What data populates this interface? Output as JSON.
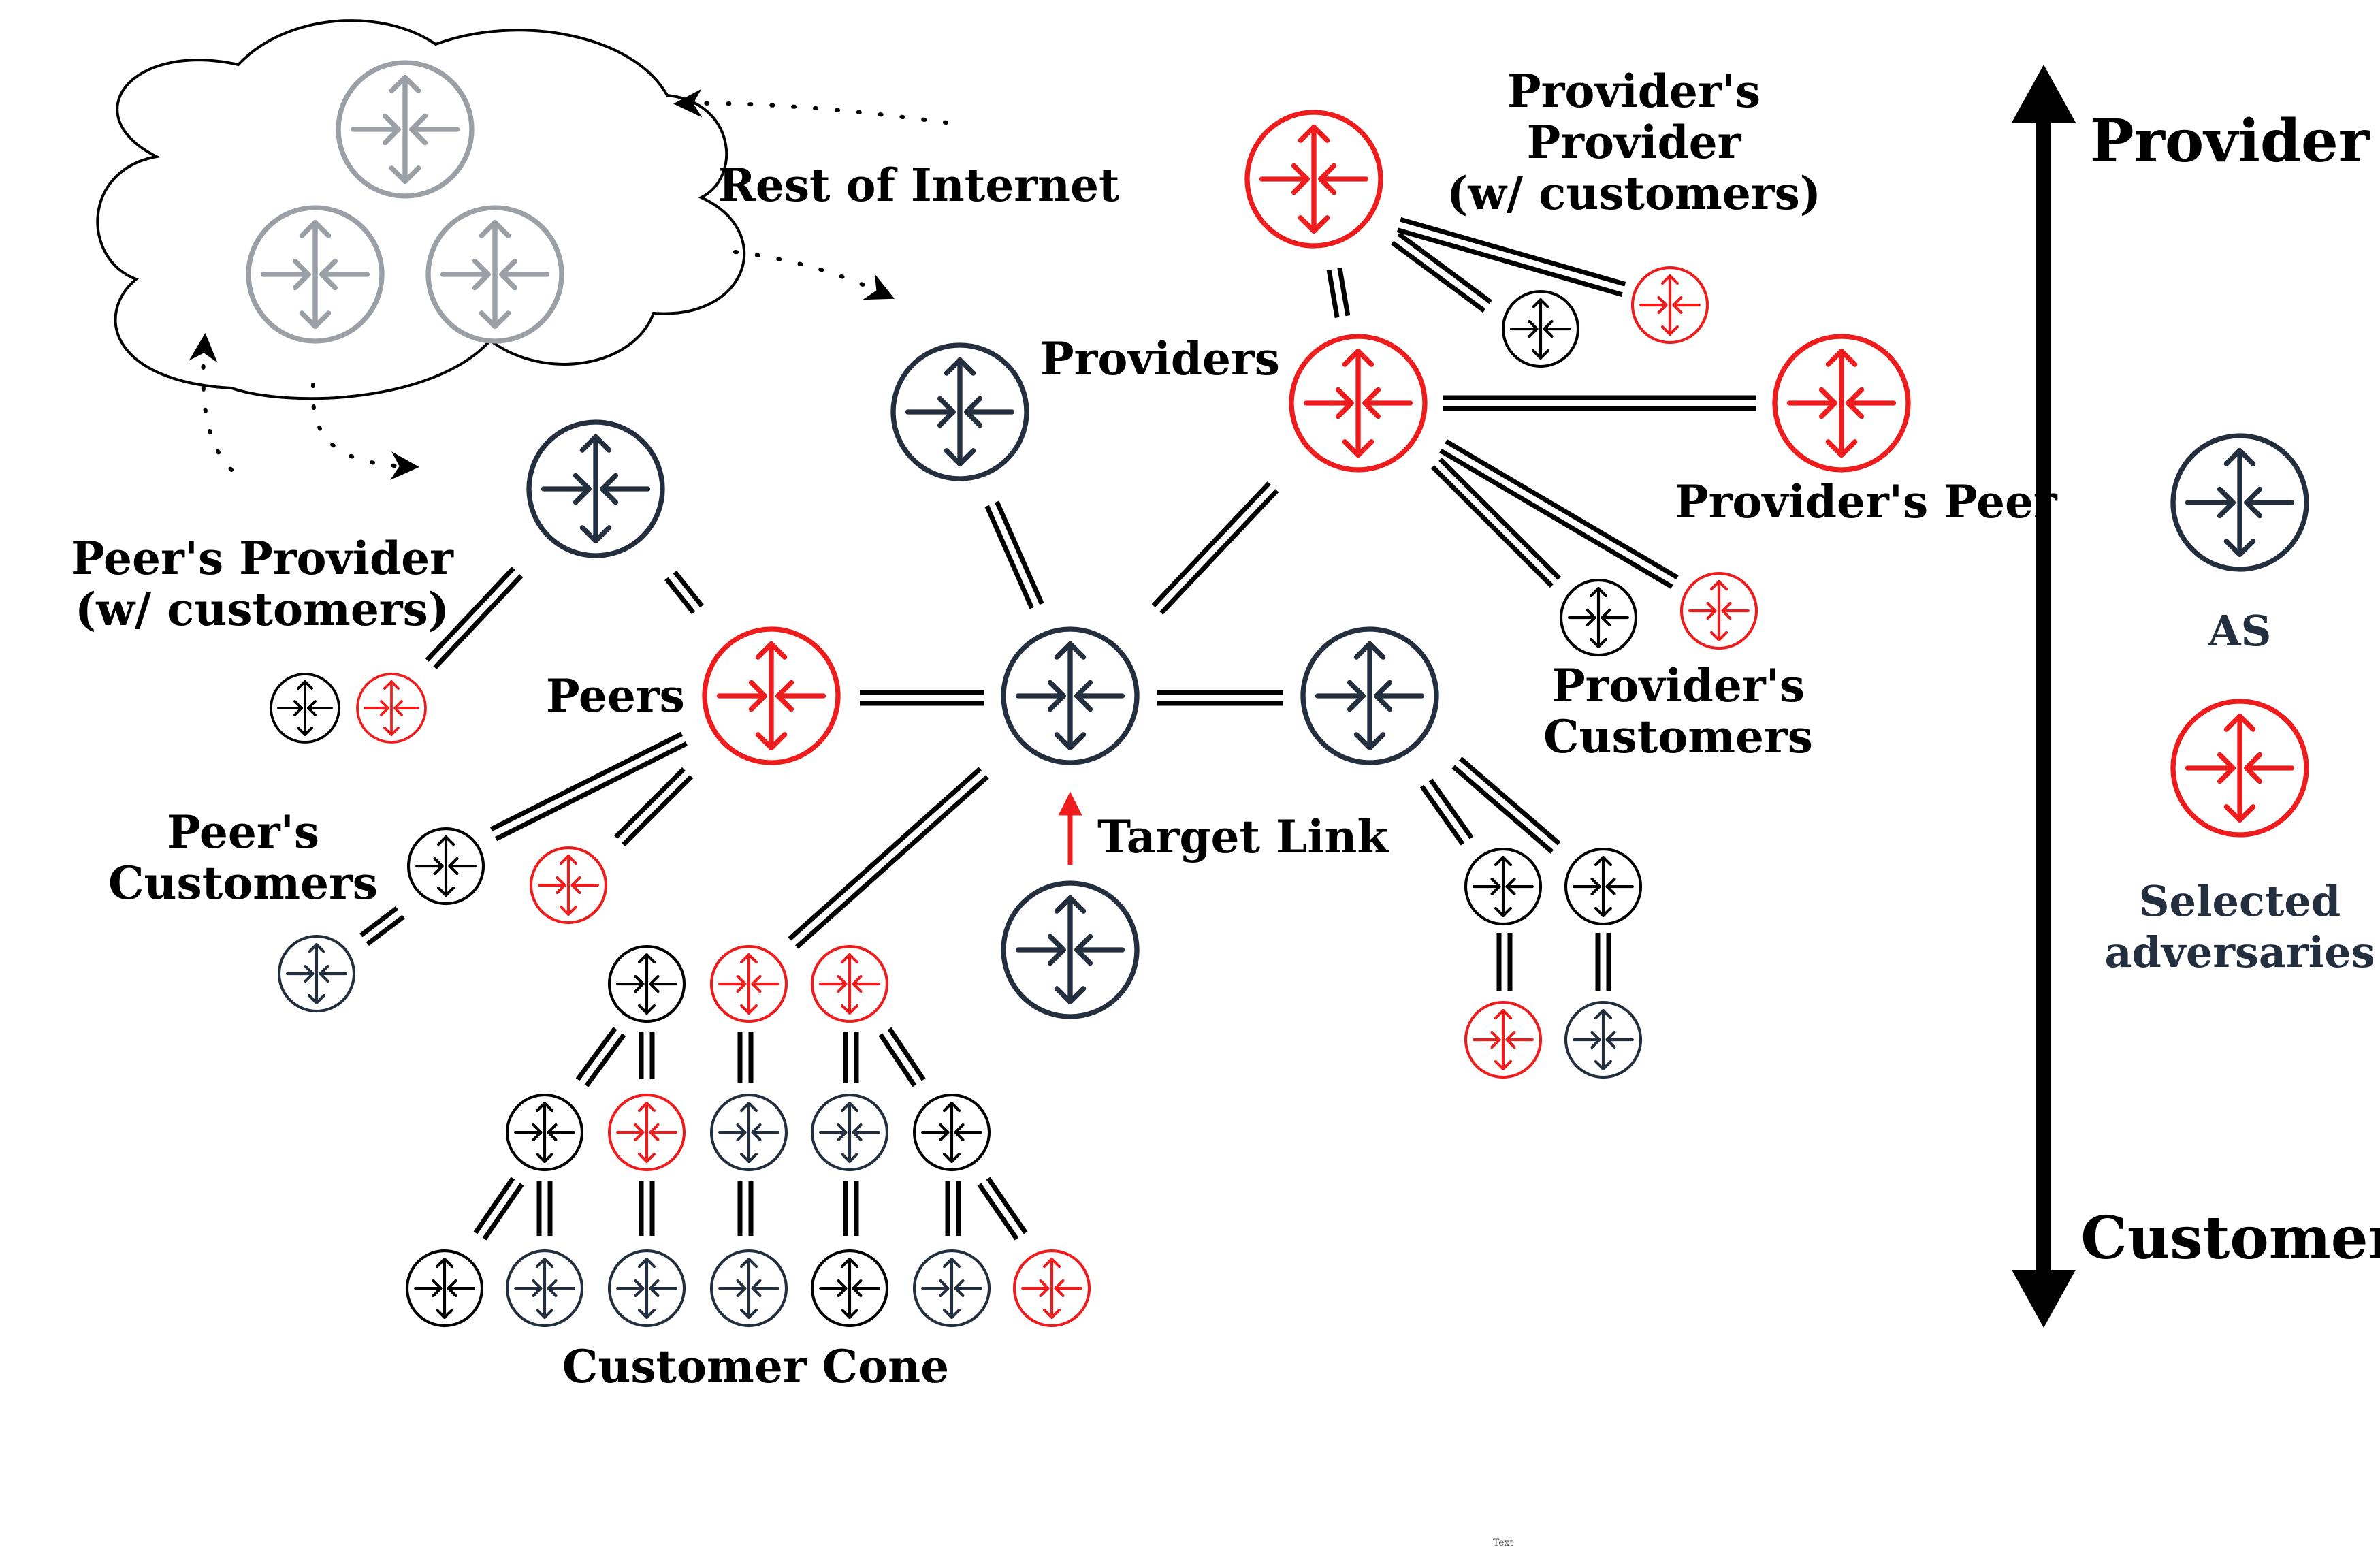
{
  "colors": {
    "as": "#232f3e",
    "adversary": "#ee1c1c",
    "black": "#000000",
    "cloud_router": "#9aa0a6"
  },
  "icons": {
    "router": "router-icon",
    "cloud": "cloud-icon"
  },
  "labels": {
    "rest_of_internet": "Rest of Internet",
    "providers_provider_1": "Provider's",
    "providers_provider_2": "Provider",
    "providers_provider_3": "(w/ customers)",
    "providers": "Providers",
    "providers_peer": "Provider's Peer",
    "peers_provider_1": "Peer's Provider",
    "peers_provider_2": "(w/ customers)",
    "peers": "Peers",
    "providers_customers_1": "Provider's",
    "providers_customers_2": "Customers",
    "peers_customers_1": "Peer's",
    "peers_customers_2": "Customers",
    "target_link": "Target Link",
    "customer_cone": "Customer Cone",
    "footer_text": "Text"
  },
  "axis": {
    "top": "Provider",
    "bottom": "Customer"
  },
  "legend": {
    "as": "AS",
    "adversary_1": "Selected",
    "adversary_2": "adversaries"
  }
}
